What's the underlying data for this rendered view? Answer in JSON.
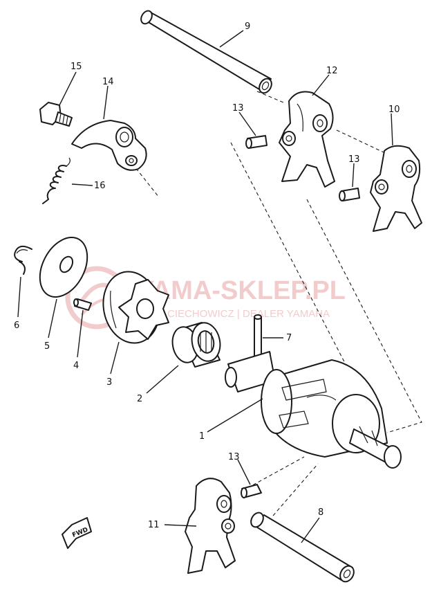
{
  "watermark": {
    "title": "YAMA-SKLEP.PL",
    "subtitle": "CIECHOWICZ | DEALER YAMAHA",
    "color": "#e8a3a3"
  },
  "direction_marker": "FWD",
  "callouts": [
    {
      "id": "c1",
      "label": "1"
    },
    {
      "id": "c2",
      "label": "2"
    },
    {
      "id": "c3",
      "label": "3"
    },
    {
      "id": "c4",
      "label": "4"
    },
    {
      "id": "c5",
      "label": "5"
    },
    {
      "id": "c6",
      "label": "6"
    },
    {
      "id": "c7",
      "label": "7"
    },
    {
      "id": "c8",
      "label": "8"
    },
    {
      "id": "c9",
      "label": "9"
    },
    {
      "id": "c10",
      "label": "10"
    },
    {
      "id": "c11",
      "label": "11"
    },
    {
      "id": "c12",
      "label": "12"
    },
    {
      "id": "c13a",
      "label": "13"
    },
    {
      "id": "c13b",
      "label": "13"
    },
    {
      "id": "c13c",
      "label": "13"
    },
    {
      "id": "c14",
      "label": "14"
    },
    {
      "id": "c15",
      "label": "15"
    },
    {
      "id": "c16",
      "label": "16"
    }
  ]
}
